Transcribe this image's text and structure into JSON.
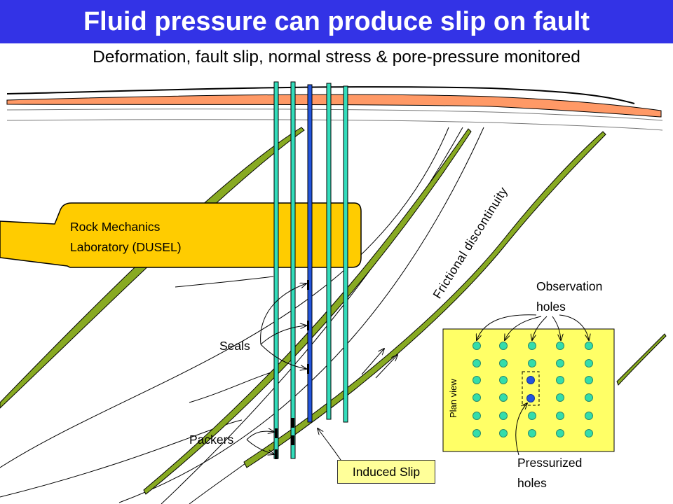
{
  "title": "Fluid pressure can produce slip on fault",
  "subtitle": "Deformation, fault slip, normal stress & pore-pressure monitored",
  "labels": {
    "lab_line1": "Rock Mechanics",
    "lab_line2": "Laboratory (DUSEL)",
    "frictional": "Frictional discontinuity",
    "observation_line1": "Observation",
    "observation_line2": "holes",
    "seals": "Seals",
    "packers": "Packers",
    "plan_view": "Plan view",
    "pressurized_line1": "Pressurized",
    "pressurized_line2": "holes",
    "induced_slip": "Induced Slip"
  },
  "colors": {
    "title_bg": "#3333e6",
    "fault": "#88aa22",
    "borehole": "#33ddbb",
    "pressurized_borehole": "#2255dd",
    "laboratory": "#ffcc00",
    "plan_panel": "#ffff66",
    "surface_layer": "#ff9966",
    "induced_slip_bg": "#ffff99"
  }
}
